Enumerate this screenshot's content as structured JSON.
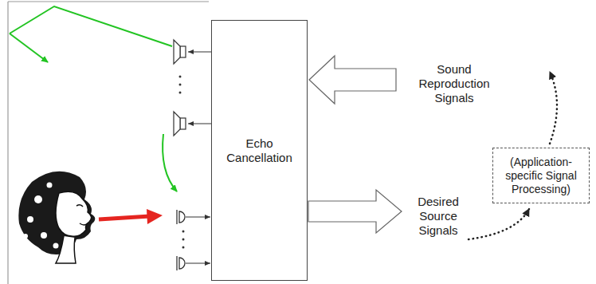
{
  "diagram": {
    "nodes": [
      {
        "text": [
          "Echo Cancellation"
        ]
      },
      {
        "text": [
          "(Application-specific Signal Processing)"
        ]
      }
    ],
    "labels": [
      "Sound Reproduction Signals",
      "Desired Source Signals"
    ]
  }
}
